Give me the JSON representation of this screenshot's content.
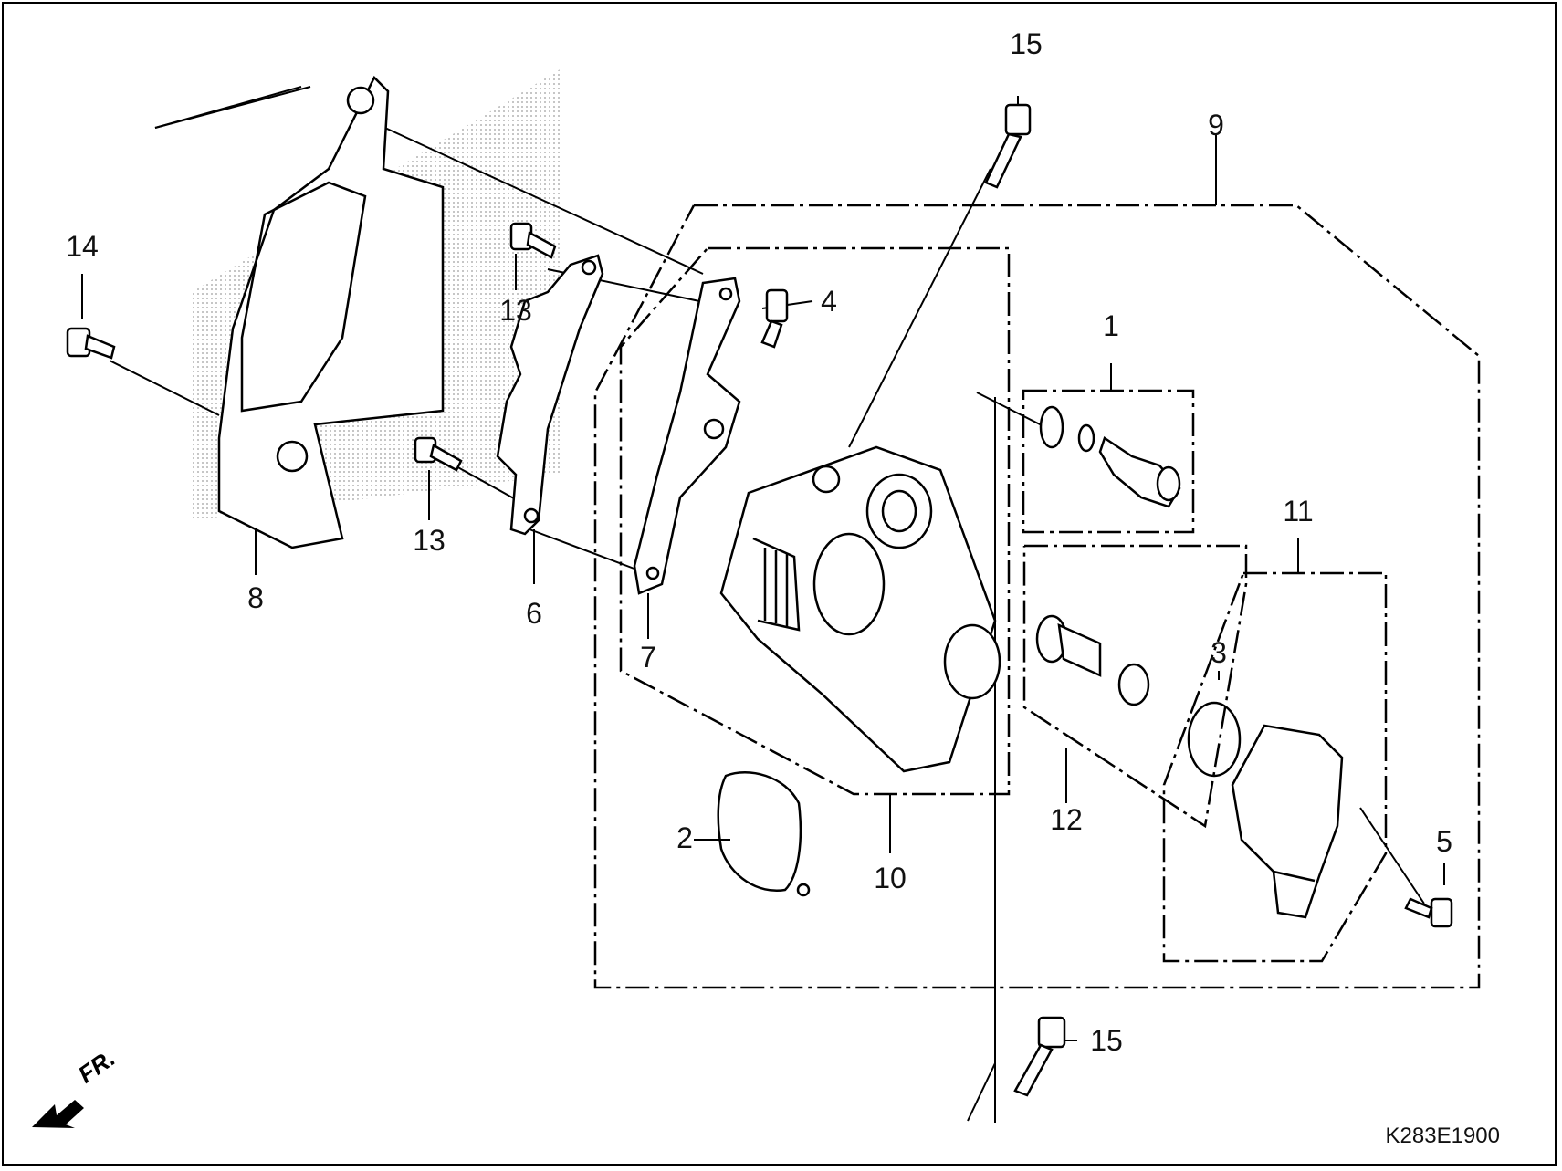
{
  "diagram": {
    "drawing_code": "K283E1900",
    "direction_label": "FR.",
    "callouts": [
      {
        "id": "c1",
        "text": "1"
      },
      {
        "id": "c2",
        "text": "2"
      },
      {
        "id": "c3",
        "text": "3"
      },
      {
        "id": "c4",
        "text": "4"
      },
      {
        "id": "c5",
        "text": "5"
      },
      {
        "id": "c6",
        "text": "6"
      },
      {
        "id": "c7",
        "text": "7"
      },
      {
        "id": "c8",
        "text": "8"
      },
      {
        "id": "c9",
        "text": "9"
      },
      {
        "id": "c10",
        "text": "10"
      },
      {
        "id": "c11",
        "text": "11"
      },
      {
        "id": "c12",
        "text": "12"
      },
      {
        "id": "c13a",
        "text": "13"
      },
      {
        "id": "c13b",
        "text": "13"
      },
      {
        "id": "c14",
        "text": "14"
      },
      {
        "id": "c15a",
        "text": "15"
      },
      {
        "id": "c15b",
        "text": "15"
      }
    ]
  }
}
